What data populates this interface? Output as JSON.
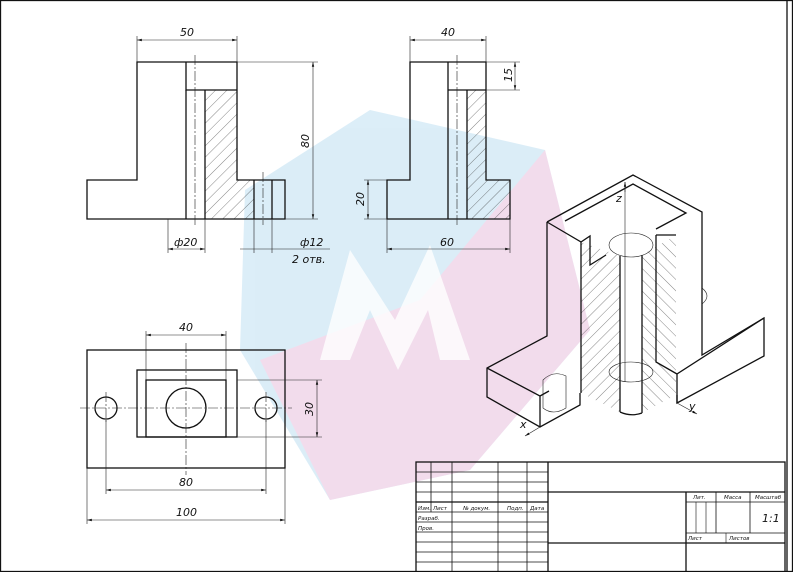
{
  "front_view": {
    "width_dim": "50",
    "height_dim": "80",
    "bore_dim": "ф20",
    "hole_dim": "ф12",
    "hole_count": "2 отв."
  },
  "side_view": {
    "width_dim": "40",
    "pocket_dim": "15",
    "base_height_dim": "20",
    "base_width_dim": "60"
  },
  "top_view": {
    "inner_dim": "40",
    "depth_dim": "30",
    "hole_spacing_dim": "80",
    "overall_dim": "100"
  },
  "isometric": {
    "axis_x": "x",
    "axis_y": "y",
    "axis_z": "z"
  },
  "title_block": {
    "headers": [
      "Изм.",
      "Лист",
      "№ докум.",
      "Подп.",
      "Дата"
    ],
    "rows": [
      "Разраб.",
      "Пров."
    ],
    "lit": "Лит.",
    "mass": "Масса",
    "scale_label": "Масштаб",
    "scale": "1:1",
    "sheet": "Лист",
    "sheets": "Листов"
  },
  "colors": {
    "watermark_blue": "#bfe0f2",
    "watermark_pink": "#f2b8d8"
  }
}
